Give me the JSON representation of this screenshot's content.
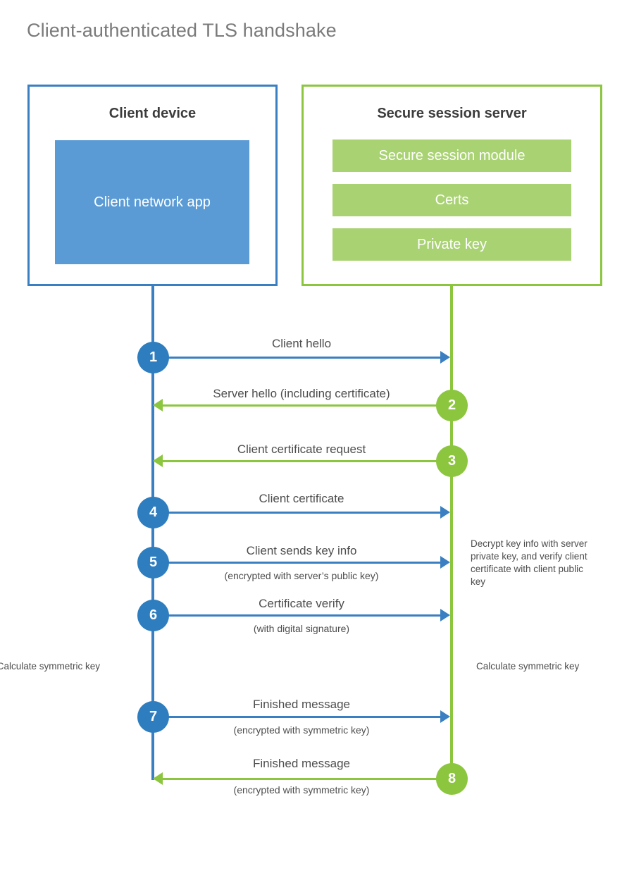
{
  "title": "Client-authenticated TLS handshake",
  "client": {
    "title": "Client device",
    "app_label": "Client network app"
  },
  "server": {
    "title": "Secure session server",
    "components": [
      "Secure session module",
      "Certs",
      "Private key"
    ]
  },
  "messages": [
    {
      "number": "1",
      "label": "Client hello",
      "sublabel": "",
      "direction": "to-server"
    },
    {
      "number": "2",
      "label": "Server hello (including certificate)",
      "sublabel": "",
      "direction": "to-client"
    },
    {
      "number": "3",
      "label": "Client certificate request",
      "sublabel": "",
      "direction": "to-client"
    },
    {
      "number": "4",
      "label": "Client certificate",
      "sublabel": "",
      "direction": "to-server"
    },
    {
      "number": "5",
      "label": "Client sends key info",
      "sublabel": "(encrypted with server’s public key)",
      "direction": "to-server"
    },
    {
      "number": "6",
      "label": "Certificate verify",
      "sublabel": "(with digital signature)",
      "direction": "to-server"
    },
    {
      "number": "7",
      "label": "Finished message",
      "sublabel": "(encrypted with symmetric key)",
      "direction": "to-server"
    },
    {
      "number": "8",
      "label": "Finished message",
      "sublabel": "(encrypted with symmetric key)",
      "direction": "to-client"
    }
  ],
  "notes": {
    "server_decrypt": "Decrypt key info with server private key, and verify client certificate with client public key",
    "client_calculate": "Calculate symmetric key",
    "server_calculate": "Calculate symmetric key"
  },
  "colors": {
    "client_blue": "#3a7fc1",
    "client_app_fill": "#5b9bd5",
    "client_circle": "#2e7dbf",
    "server_green": "#8cc63f",
    "server_bar_fill": "#a9d273",
    "title_gray": "#7a7a7a",
    "text_gray": "#4d4d4d",
    "heading_dark": "#3c3c3c",
    "background": "#ffffff"
  }
}
